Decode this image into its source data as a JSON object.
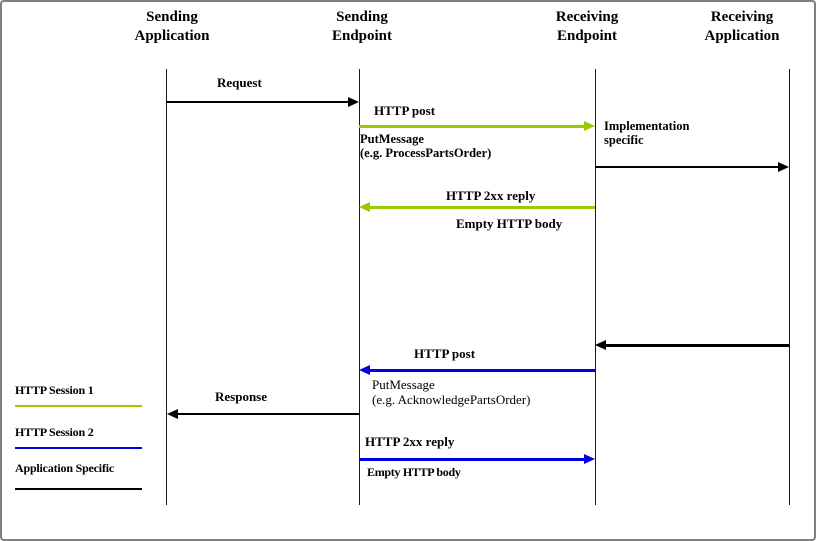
{
  "diagram": {
    "type": "sequence-diagram",
    "actors": [
      {
        "label": "Sending\nApplication"
      },
      {
        "label": "Sending\nEndpoint"
      },
      {
        "label": "Receiving\nEndpoint"
      },
      {
        "label": "Receiving\nApplication"
      }
    ],
    "messages": {
      "request": {
        "label": "Request",
        "from": "Sending Application",
        "to": "Sending Endpoint",
        "color": "#000000"
      },
      "http_post_1": {
        "label": "HTTP post",
        "note": "PutMessage\n(e.g. ProcessPartsOrder)",
        "from": "Sending Endpoint",
        "to": "Receiving Endpoint",
        "color": "#99cc00"
      },
      "impl_specific": {
        "note": "Implementation\nspecific",
        "from": "Receiving Endpoint",
        "to": "Receiving Application",
        "color": "#000000"
      },
      "http_reply_1": {
        "label": "HTTP 2xx reply",
        "note": "Empty HTTP body",
        "from": "Receiving Endpoint",
        "to": "Sending Endpoint",
        "color": "#99cc00"
      },
      "app_return": {
        "label": "",
        "from": "Receiving Application",
        "to": "Receiving Endpoint",
        "color": "#000000"
      },
      "http_post_2": {
        "label": "HTTP post",
        "note": "PutMessage\n(e.g. AcknowledgePartsOrder)",
        "from": "Receiving Endpoint",
        "to": "Sending Endpoint",
        "color": "#0000e6"
      },
      "response": {
        "label": "Response",
        "from": "Sending Endpoint",
        "to": "Sending Application",
        "color": "#000000"
      },
      "http_reply_2": {
        "label": "HTTP 2xx reply",
        "note": "Empty HTTP body",
        "from": "Sending Endpoint",
        "to": "Receiving Endpoint",
        "color": "#0000e6"
      }
    },
    "legend": [
      {
        "label": "HTTP Session 1",
        "color": "#99cc00"
      },
      {
        "label": "HTTP Session 2",
        "color": "#0000e6"
      },
      {
        "label": "Application Specific",
        "color": "#000000"
      }
    ]
  }
}
